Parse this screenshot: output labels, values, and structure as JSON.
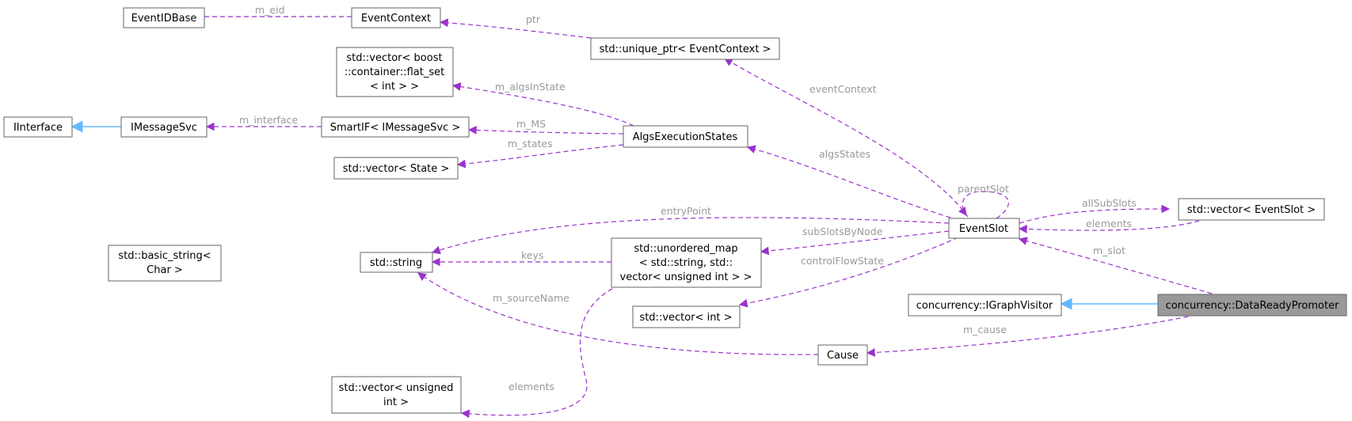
{
  "nodes": {
    "eventidbase": [
      "EventIDBase"
    ],
    "eventcontext": [
      "EventContext"
    ],
    "unique_ptr": [
      "std::unique_ptr< EventContext >"
    ],
    "vector_flatset": [
      "std::vector< boost",
      "::container::flat_set",
      "< int > >"
    ],
    "iinterface": [
      "IInterface"
    ],
    "imessagesvc": [
      "IMessageSvc"
    ],
    "smartif": [
      "SmartIF< IMessageSvc >"
    ],
    "algsexec": [
      "AlgsExecutionStates"
    ],
    "vector_state": [
      "std::vector< State >"
    ],
    "basic_string": [
      "std::basic_string<",
      "Char >"
    ],
    "std_string": [
      "std::string"
    ],
    "unordered_map": [
      "std::unordered_map",
      "< std::string, std::",
      "vector< unsigned int > >"
    ],
    "vector_int": [
      "std::vector< int >"
    ],
    "vector_uint": [
      "std::vector< unsigned",
      "int >"
    ],
    "eventslot": [
      "EventSlot"
    ],
    "vector_eventslot": [
      "std::vector< EventSlot >"
    ],
    "igraphvisitor": [
      "concurrency::IGraphVisitor"
    ],
    "datareadypromoter": [
      "concurrency::DataReadyPromoter"
    ],
    "cause": [
      "Cause"
    ]
  },
  "edge_labels": {
    "m_eid": "m_eid",
    "ptr": "ptr",
    "m_algsInState": "m_algsInState",
    "m_interface": "m_interface",
    "m_MS": "m_MS",
    "m_states": "m_states",
    "eventContext": "eventContext",
    "algsStates": "algsStates",
    "parentSlot": "parentSlot",
    "entryPoint": "entryPoint",
    "allSubSlots": "allSubSlots",
    "elements_slot": "elements",
    "subSlotsByNode": "subSlotsByNode",
    "keys": "keys",
    "controlFlowState": "controlFlowState",
    "m_slot": "m_slot",
    "m_sourceName": "m_sourceName",
    "m_cause": "m_cause",
    "elements_uint": "elements"
  },
  "colors": {
    "association_edge": "#9a32cd",
    "inheritance_edge": "#63b8ff",
    "node_border": "#666666",
    "highlighted_node_fill": "#999999",
    "edge_label": "#9a9a9a"
  }
}
